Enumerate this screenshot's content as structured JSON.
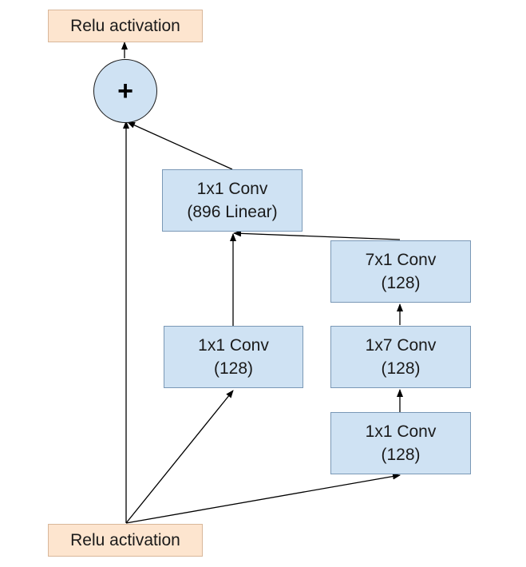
{
  "nodes": {
    "relu_top": {
      "label": "Relu activation"
    },
    "add": {
      "symbol": "+"
    },
    "conv_linear": {
      "line1": "1x1 Conv",
      "line2": "(896 Linear)"
    },
    "conv_7x1": {
      "line1": "7x1 Conv",
      "line2": "(128)"
    },
    "conv_1x1_a": {
      "line1": "1x1 Conv",
      "line2": "(128)"
    },
    "conv_1x7": {
      "line1": "1x7 Conv",
      "line2": "(128)"
    },
    "conv_1x1_b": {
      "line1": "1x1 Conv",
      "line2": "(128)"
    },
    "relu_bottom": {
      "label": "Relu activation"
    }
  },
  "colors": {
    "relu_fill": "#fde5cf",
    "conv_fill": "#cfe2f3",
    "arrow": "#000000"
  }
}
